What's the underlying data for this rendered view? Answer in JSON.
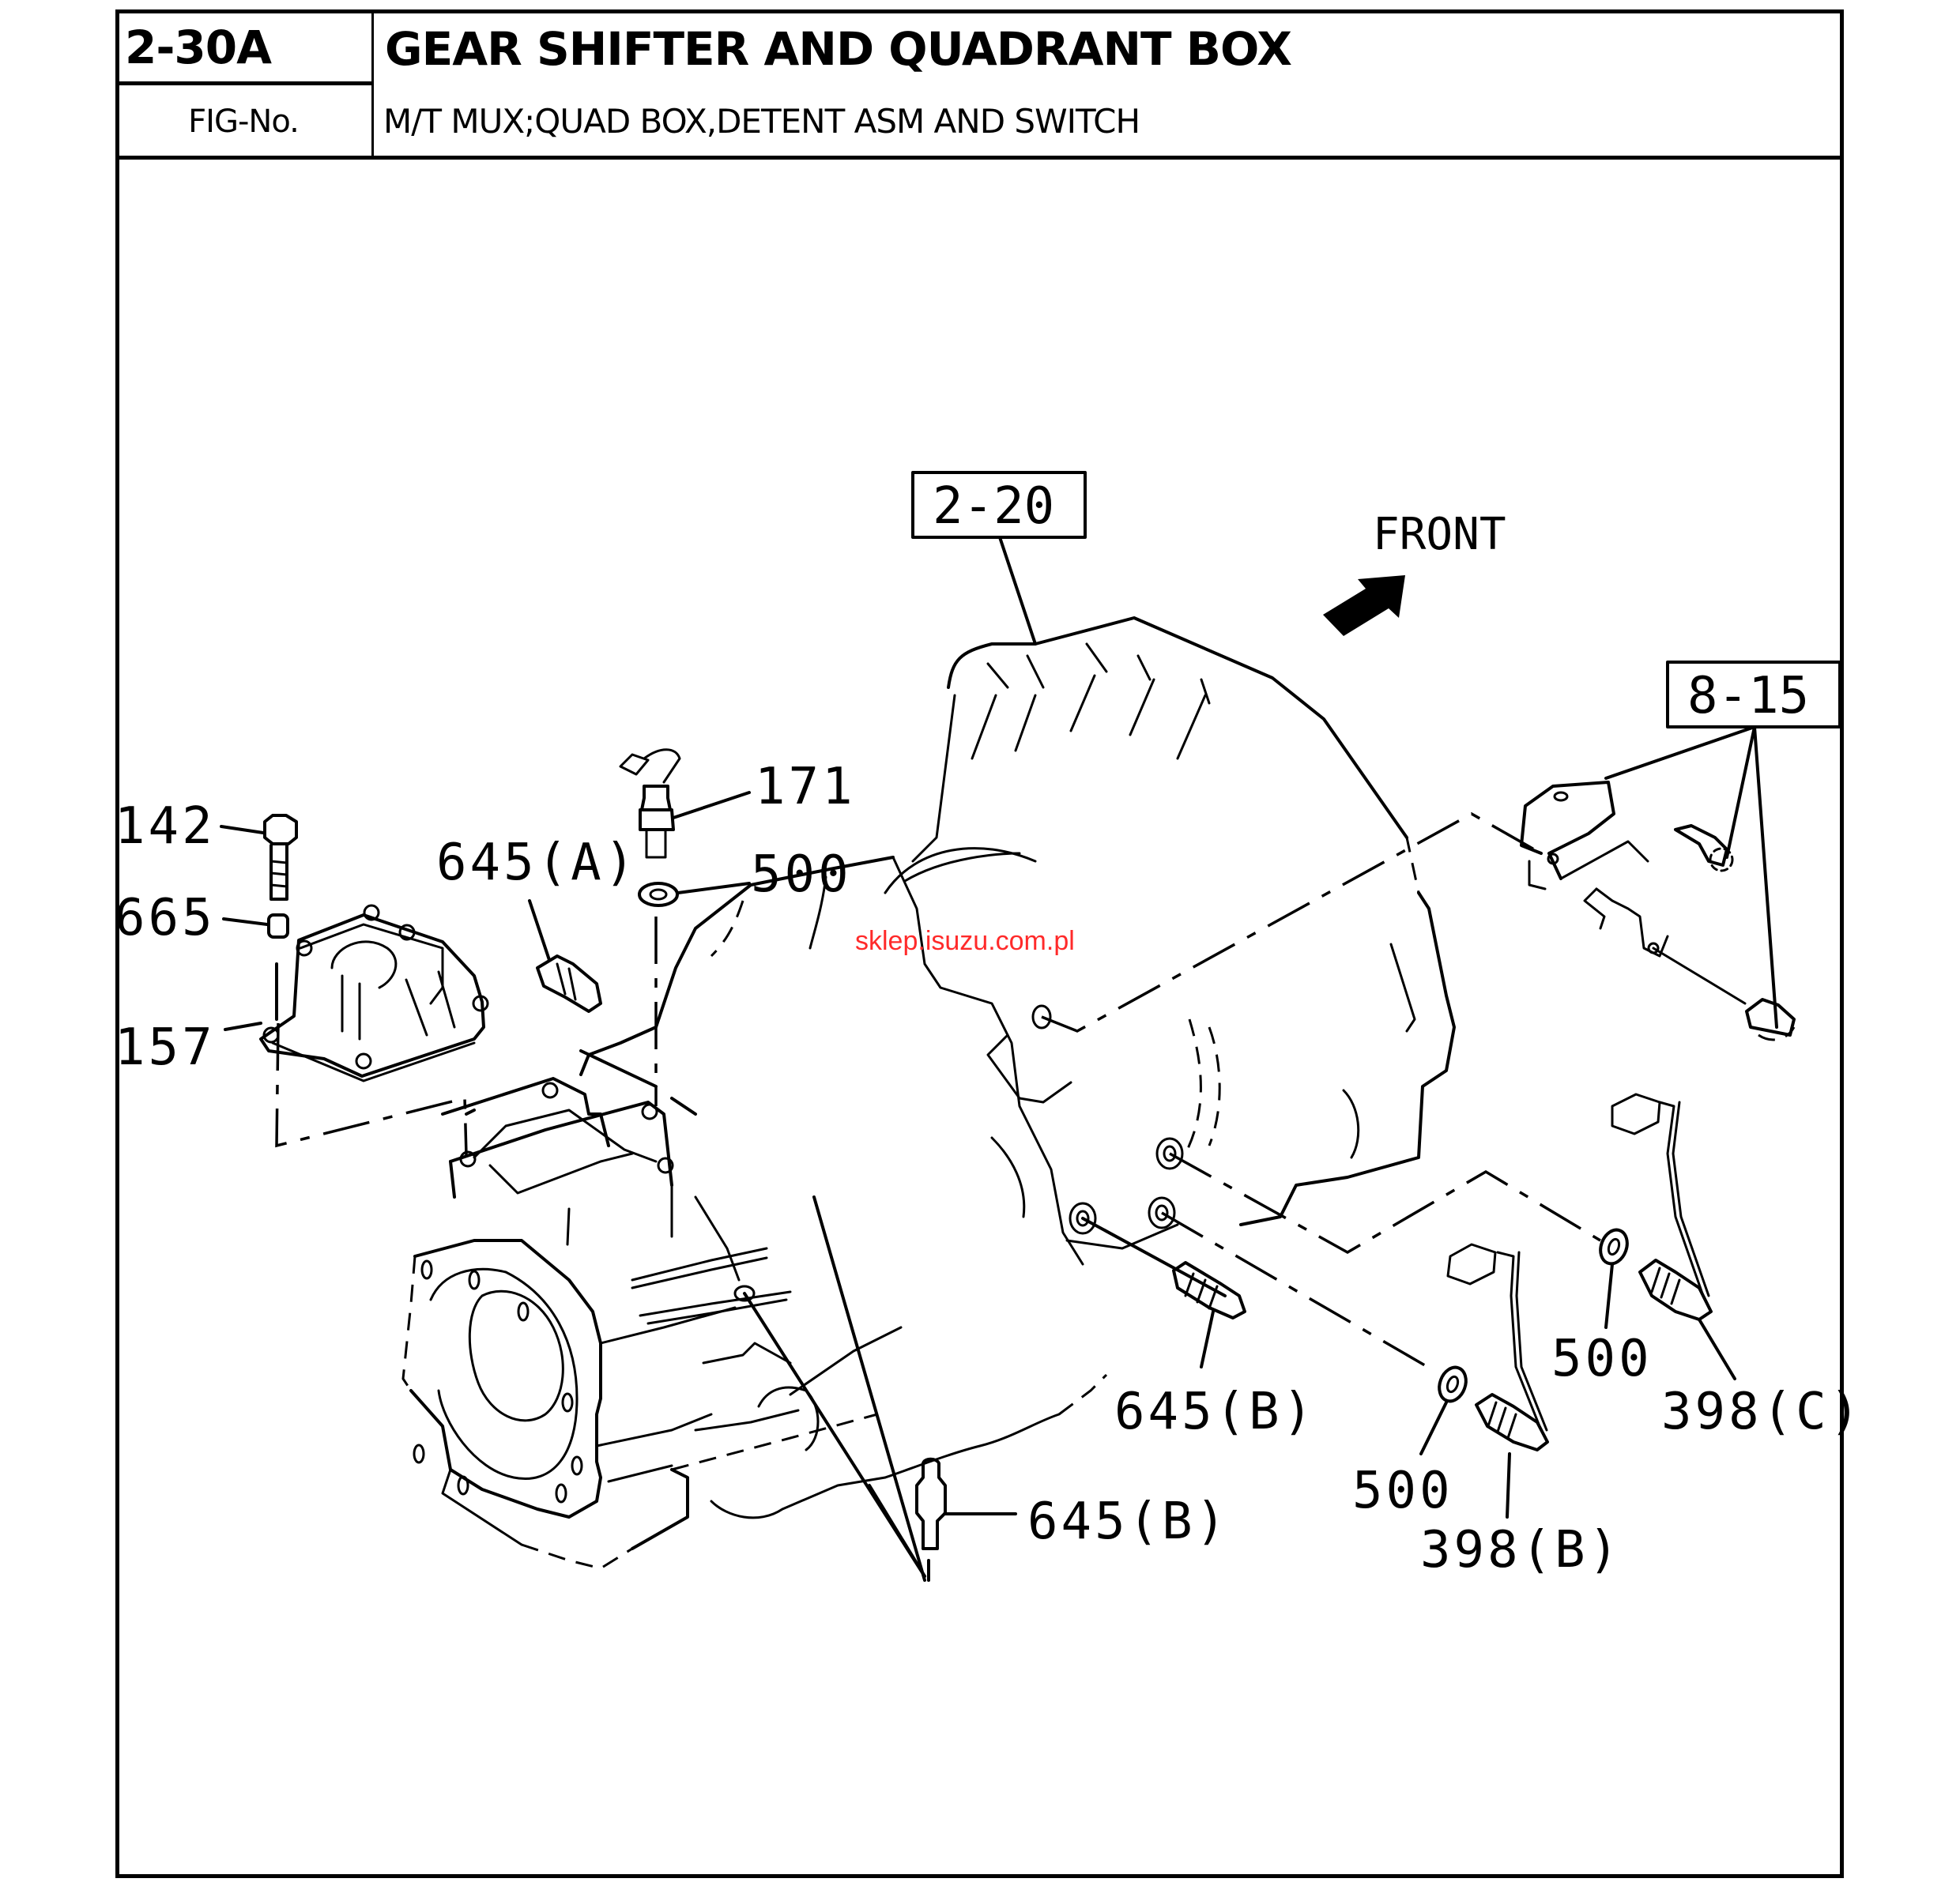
{
  "header": {
    "fig_code": "2-30A",
    "title": "GEAR SHIFTER AND QUADRANT BOX",
    "fig_label": "FIG-No.",
    "subtitle": "M/T MUX;QUAD BOX,DETENT ASM AND SWITCH"
  },
  "diagram": {
    "references": [
      {
        "id": "ref-2-20",
        "text": "2-20"
      },
      {
        "id": "ref-8-15",
        "text": "8-15"
      }
    ],
    "orientation": {
      "label": "FRONT",
      "icon": "arrow-up-right-icon"
    },
    "callouts": [
      {
        "id": "142",
        "text": "142"
      },
      {
        "id": "665",
        "text": "665"
      },
      {
        "id": "157",
        "text": "157"
      },
      {
        "id": "171",
        "text": "171"
      },
      {
        "id": "645a",
        "text": "645(A)"
      },
      {
        "id": "500-top",
        "text": "500"
      },
      {
        "id": "645b-mid",
        "text": "645(B)"
      },
      {
        "id": "645b-low",
        "text": "645(B)"
      },
      {
        "id": "500-right",
        "text": "500"
      },
      {
        "id": "398c",
        "text": "398(C)"
      },
      {
        "id": "500-low",
        "text": "500"
      },
      {
        "id": "398b",
        "text": "398(B)"
      }
    ],
    "watermark": "sklep.isuzu.com.pl",
    "watermark_color": "#ff2a2a"
  }
}
